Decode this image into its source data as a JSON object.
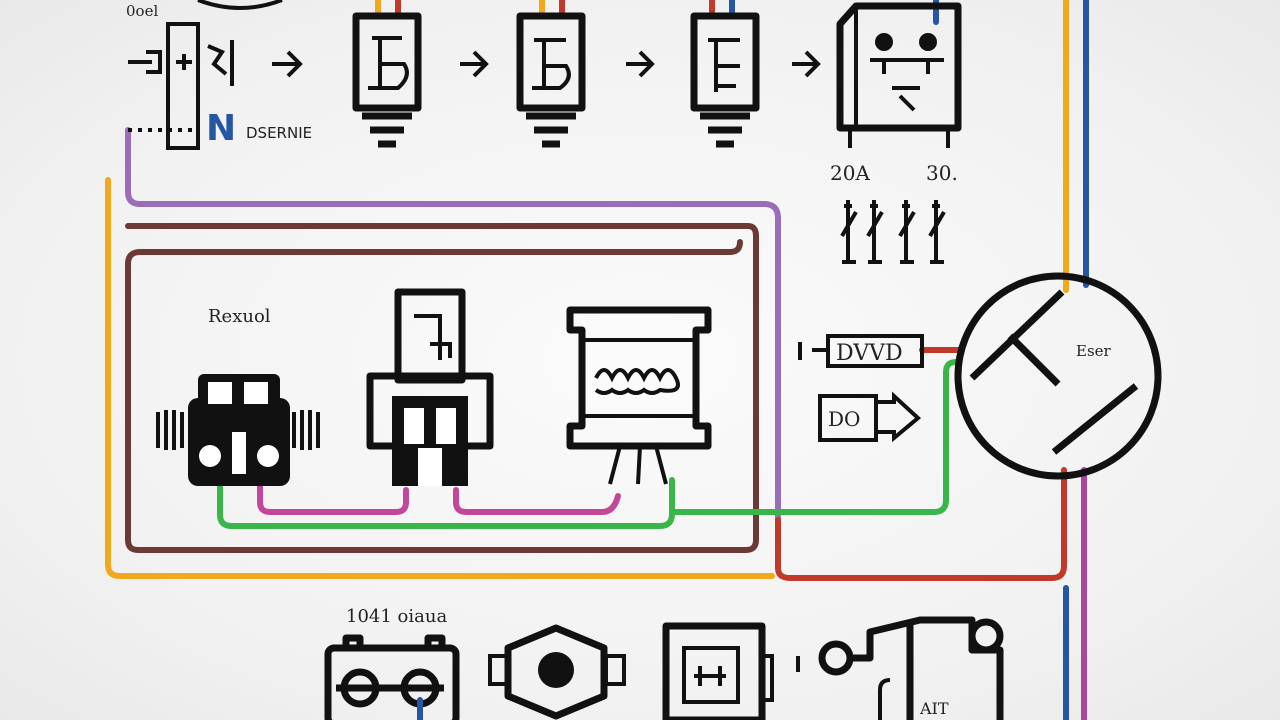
{
  "labels": {
    "top_left_corner": "0oel",
    "input_caption": "DSERNIE",
    "reference_label": "Rexuol",
    "rating_left": "20A",
    "rating_right": "30.",
    "dc_label": "DVVD",
    "out_label": "DO",
    "power_label": "Eser",
    "bottom_label": "1041 oiaua",
    "bottom_corner_label": "AIT"
  },
  "colors": {
    "purple": "#9b6cb8",
    "orange": "#f2a81d",
    "brown": "#6b3a35",
    "green": "#3ab54a",
    "magenta": "#c2479b",
    "red": "#c0392b",
    "blue": "#2456a4",
    "black": "#111111"
  }
}
